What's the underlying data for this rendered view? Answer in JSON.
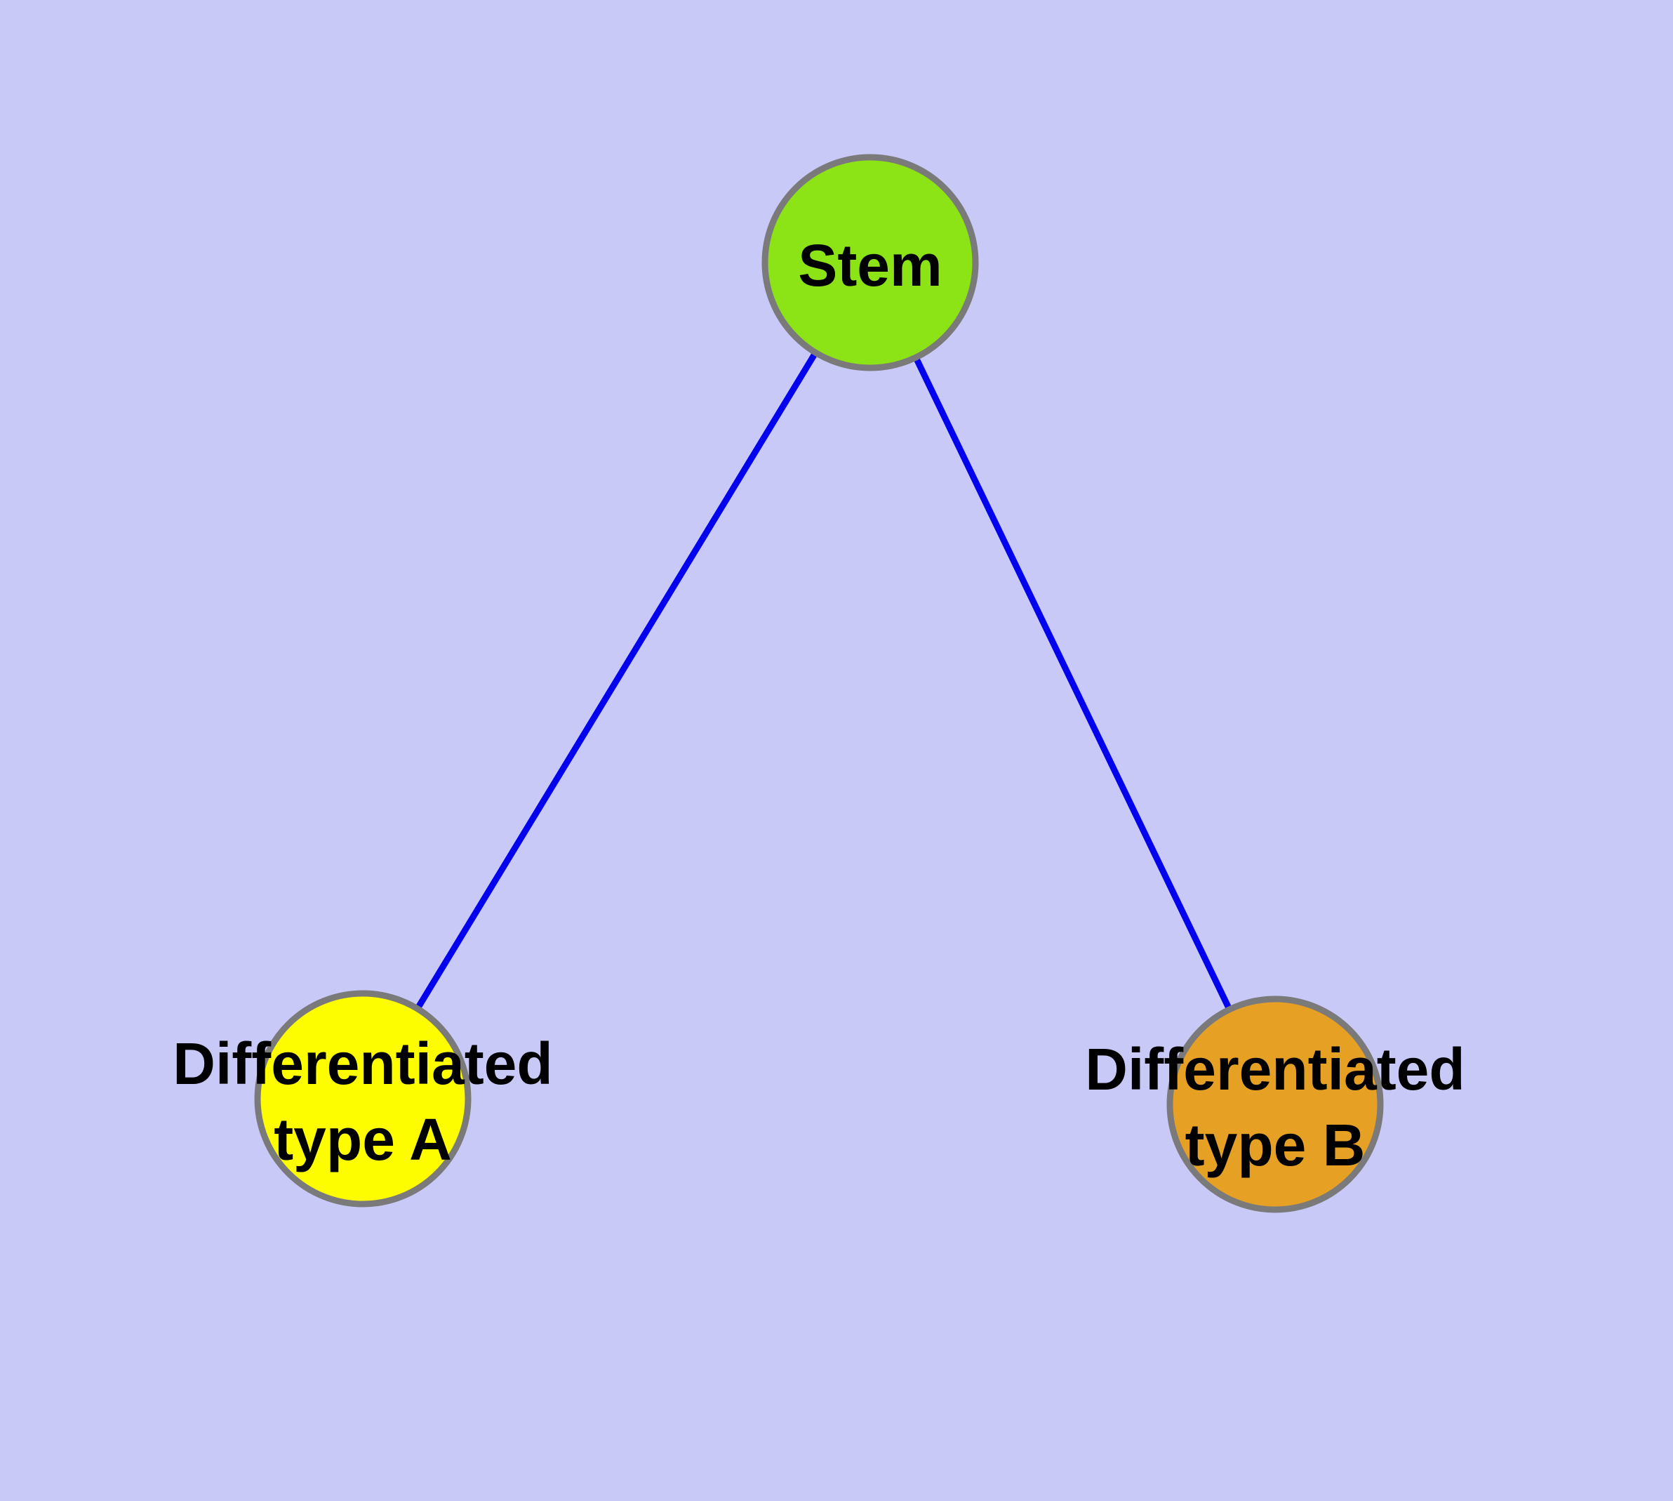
{
  "diagram": {
    "type": "graph",
    "description": "Stem cell differentiation tree: one stem node with edges to two differentiated cell-type nodes",
    "colors": {
      "background": "#c9c9f7",
      "node_border": "#7a7a7a",
      "edge": "#0202ee",
      "label_text": "#000000"
    },
    "nodes": {
      "stem": {
        "label": "Stem",
        "fill": "#8ce315"
      },
      "typeA": {
        "line1": "Differentiated",
        "line2": "type A",
        "fill": "#fdfd00"
      },
      "typeB": {
        "line1": "Differentiated",
        "line2": "type B",
        "fill": "#e6a124"
      }
    },
    "edges": [
      {
        "from": "Stem",
        "to": "Differentiated type A"
      },
      {
        "from": "Stem",
        "to": "Differentiated type B"
      }
    ]
  }
}
